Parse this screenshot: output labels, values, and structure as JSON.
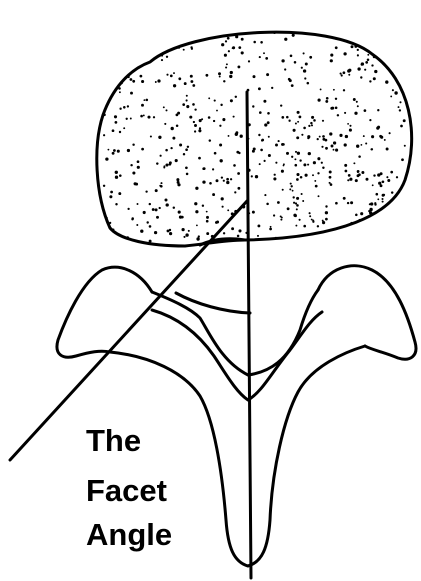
{
  "diagram": {
    "label_lines": [
      "The",
      "Facet",
      "Angle"
    ],
    "colors": {
      "ink": "#000000",
      "background": "#ffffff"
    }
  }
}
